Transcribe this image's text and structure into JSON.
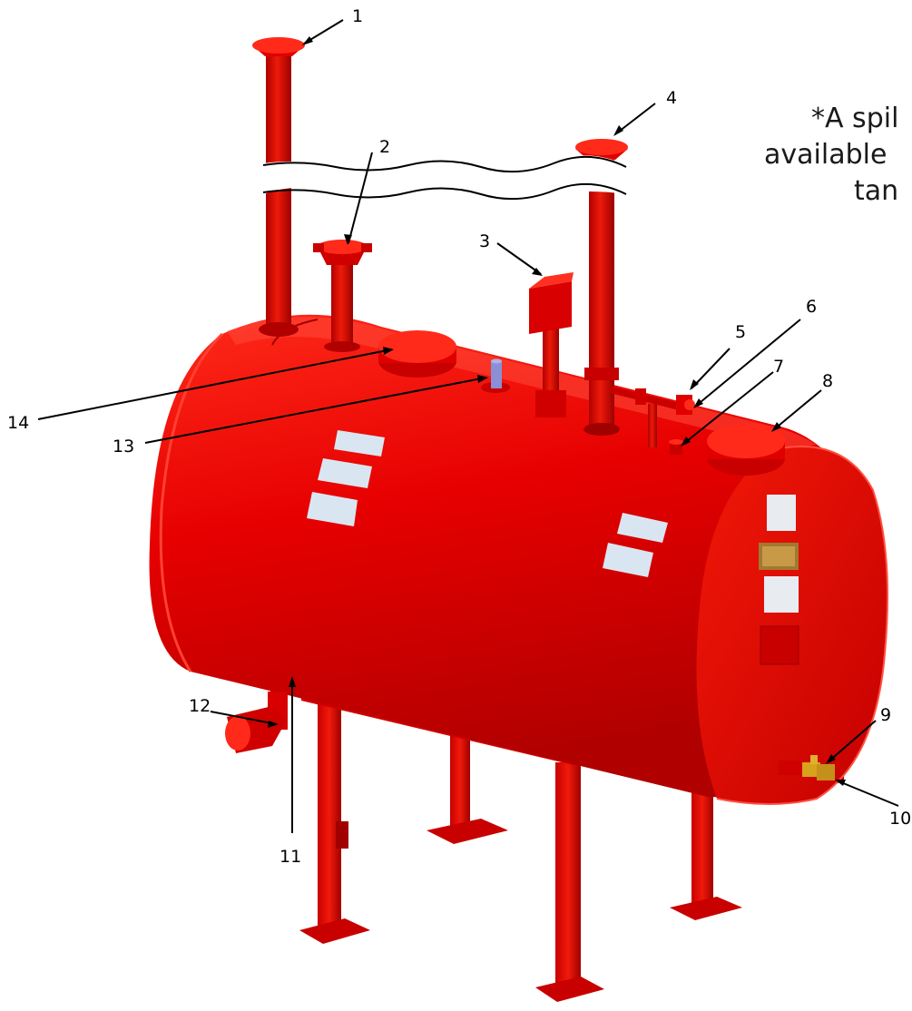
{
  "note": {
    "lines": [
      "*A spil",
      "available",
      "tan"
    ]
  },
  "callouts": [
    {
      "id": "1",
      "text": "1"
    },
    {
      "id": "2",
      "text": "2"
    },
    {
      "id": "3",
      "text": "3"
    },
    {
      "id": "4",
      "text": "4"
    },
    {
      "id": "5",
      "text": "5"
    },
    {
      "id": "6",
      "text": "6"
    },
    {
      "id": "7",
      "text": "7"
    },
    {
      "id": "8",
      "text": "8"
    },
    {
      "id": "9",
      "text": "9"
    },
    {
      "id": "10",
      "text": "10"
    },
    {
      "id": "11",
      "text": "11"
    },
    {
      "id": "12",
      "text": "12"
    },
    {
      "id": "13",
      "text": "13"
    },
    {
      "id": "14",
      "text": "14"
    }
  ],
  "colors": {
    "tank": "#e00000",
    "tank_dark": "#a80000",
    "tank_light": "#ff3a2a",
    "label_plate": "#d9e6f2",
    "brass": "#d8a21c",
    "vent_blue": "#8a8fd6"
  }
}
